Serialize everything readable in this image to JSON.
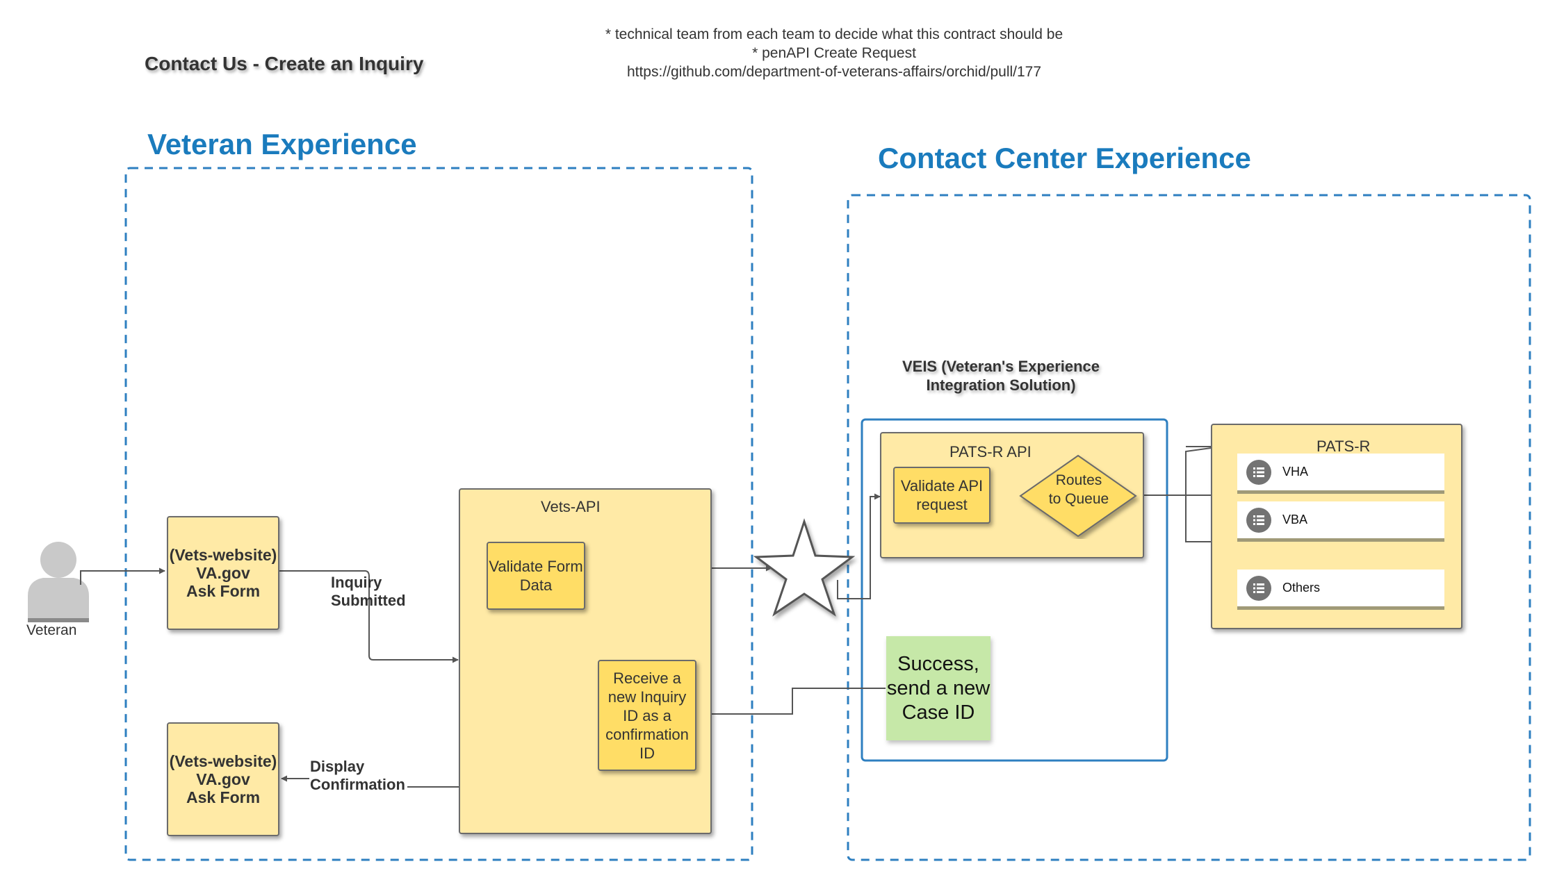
{
  "title": "Contact Us - Create an Inquiry",
  "notes": [
    "* technical team from each team to decide what this contract should be",
    "* penAPI Create Request",
    "https://github.com/department-of-veterans-affairs/orchid/pull/177"
  ],
  "sections": {
    "veteran": "Veteran Experience",
    "contact_center": "Contact Center Experience"
  },
  "actor": {
    "label": "Veteran"
  },
  "ask_form_top": [
    "(Vets-website)",
    "VA.gov",
    "Ask Form"
  ],
  "ask_form_bottom": [
    "(Vets-website)",
    "VA.gov",
    "Ask Form"
  ],
  "vets_api": {
    "label": "Vets-API",
    "validate": "Validate Form Data",
    "receive": "Receive a new Inquiry ID as a confirmation ID"
  },
  "edges": {
    "inquiry_submitted": [
      "Inquiry",
      "Submitted"
    ],
    "display_confirmation": [
      "Display",
      "Confirmation"
    ]
  },
  "veis": {
    "label": [
      "VEIS (Veteran's Experience",
      "Integration Solution)"
    ],
    "pats_r_api": {
      "label": "PATS-R API",
      "validate": "Validate API request",
      "routes": [
        "Routes",
        "to Queue"
      ]
    },
    "success_note": "Success, send a new Case ID"
  },
  "pats_r": {
    "label": "PATS-R",
    "queues": [
      "VHA",
      "VBA",
      "Others"
    ]
  },
  "colors": {
    "section_title": "#1a7bbd",
    "dashed_border": "#2e7fc0",
    "box_fill": "#ffeaa6",
    "inner_box_fill": "#ffdd66",
    "note_fill": "#c6e8a8"
  },
  "icons": [
    "person-icon",
    "star-shape",
    "list-icon"
  ]
}
